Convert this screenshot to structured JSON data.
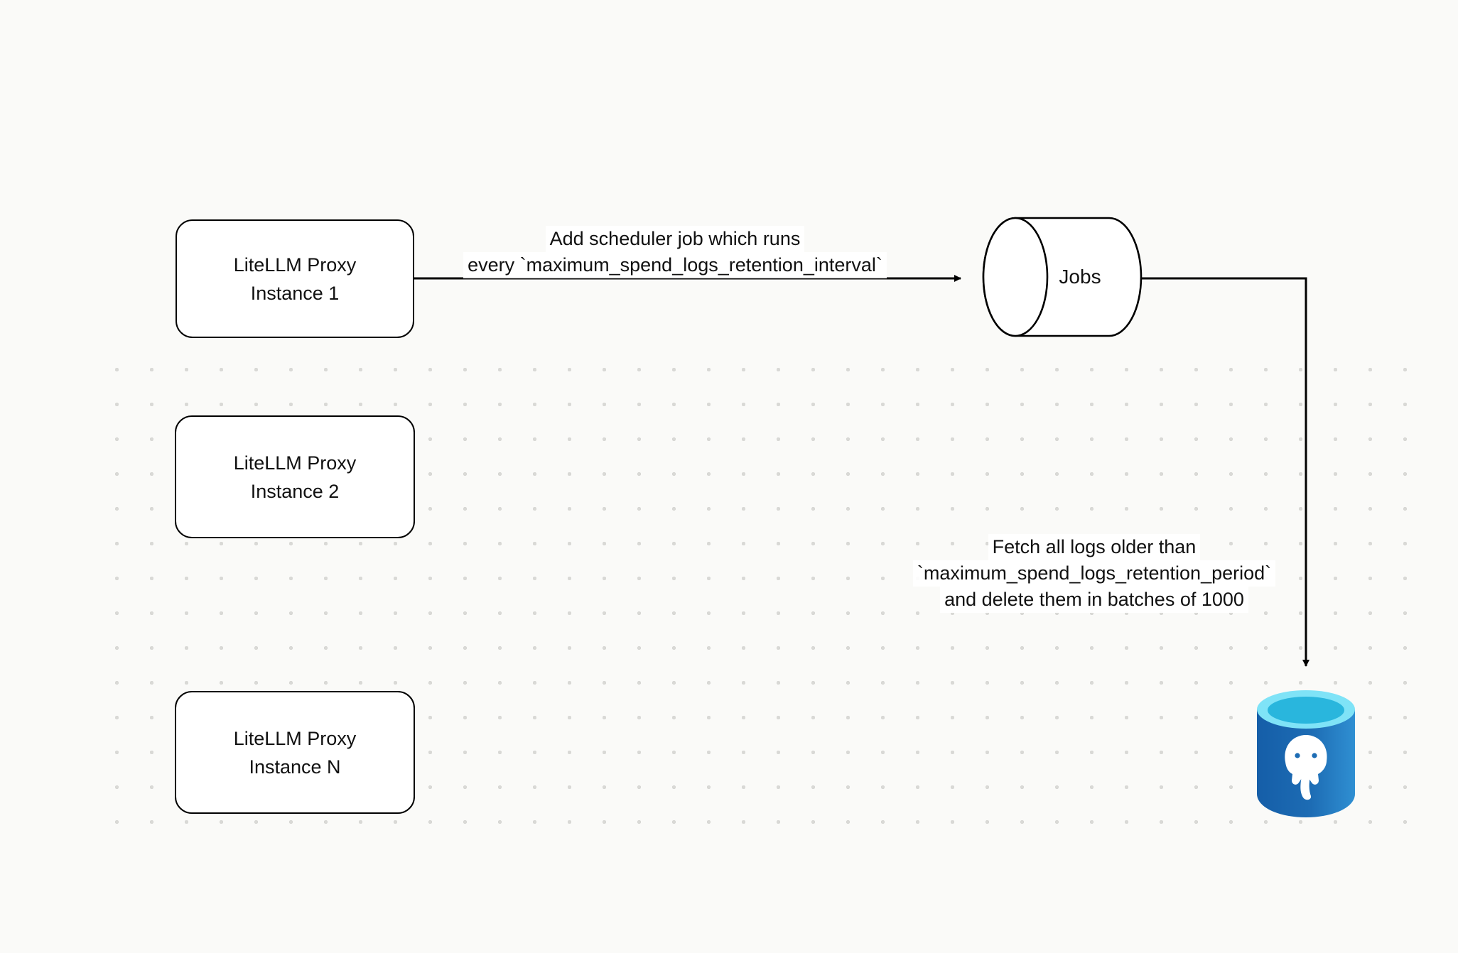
{
  "diagram": {
    "nodes": {
      "instance1": {
        "line1": "LiteLLM Proxy",
        "line2": "Instance 1"
      },
      "instance2": {
        "line1": "LiteLLM Proxy",
        "line2": "Instance 2"
      },
      "instanceN": {
        "line1": "LiteLLM Proxy",
        "line2": "Instance N"
      },
      "jobs": {
        "label": "Jobs"
      },
      "database": {
        "icon": "postgresql-database-icon"
      }
    },
    "edges": {
      "scheduler": {
        "line1": "Add scheduler job which runs",
        "line2": "every `maximum_spend_logs_retention_interval`"
      },
      "fetch": {
        "line1": "Fetch all logs older than",
        "line2": "`maximum_spend_logs_retention_period`",
        "line3": "and delete them in batches of 1000"
      }
    },
    "colors": {
      "background": "#fafaf8",
      "stroke": "#000000",
      "node_fill": "#ffffff",
      "dot_grid": "#d9d9d6",
      "postgres_body": "#1d6cb4",
      "postgres_top": "#7fe3f7",
      "postgres_top_inner": "#29b6dd",
      "elephant": "#ffffff"
    }
  }
}
